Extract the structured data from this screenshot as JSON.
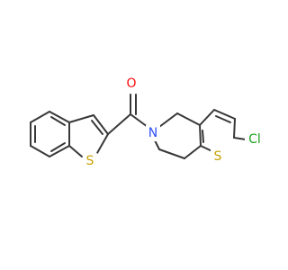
{
  "atoms": {
    "oxygen": {
      "symbol": "O",
      "color": "#FF0D0D"
    },
    "nitrogen": {
      "symbol": "N",
      "color": "#3050F8"
    },
    "sulfur_left": {
      "symbol": "S",
      "color": "#C8A000"
    },
    "sulfur_right": {
      "symbol": "S",
      "color": "#C8A000"
    },
    "chlorine": {
      "symbol": "Cl",
      "color": "#1FA01F"
    }
  },
  "colors": {
    "bond": "#383838",
    "background": "#FFFFFF"
  }
}
